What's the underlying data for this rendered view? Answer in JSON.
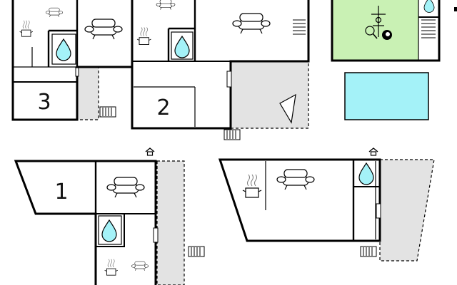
{
  "units": [
    {
      "id": "unit-1",
      "label": "1"
    },
    {
      "id": "unit-2",
      "label": "2"
    },
    {
      "id": "unit-3",
      "label": "3"
    }
  ],
  "icons": [
    "sofa-icon",
    "pot-icon",
    "shower-drop-icon",
    "terrace-hatch-icon",
    "entrance-icon",
    "stairs-icon",
    "pool-icon",
    "billiard-icon",
    "ping-pong-icon",
    "table-football-icon"
  ],
  "colors": {
    "wall": "#000000",
    "terrace": "#e3e3e3",
    "pool": "#a4f2f8",
    "game_room": "#c9f1b4"
  }
}
